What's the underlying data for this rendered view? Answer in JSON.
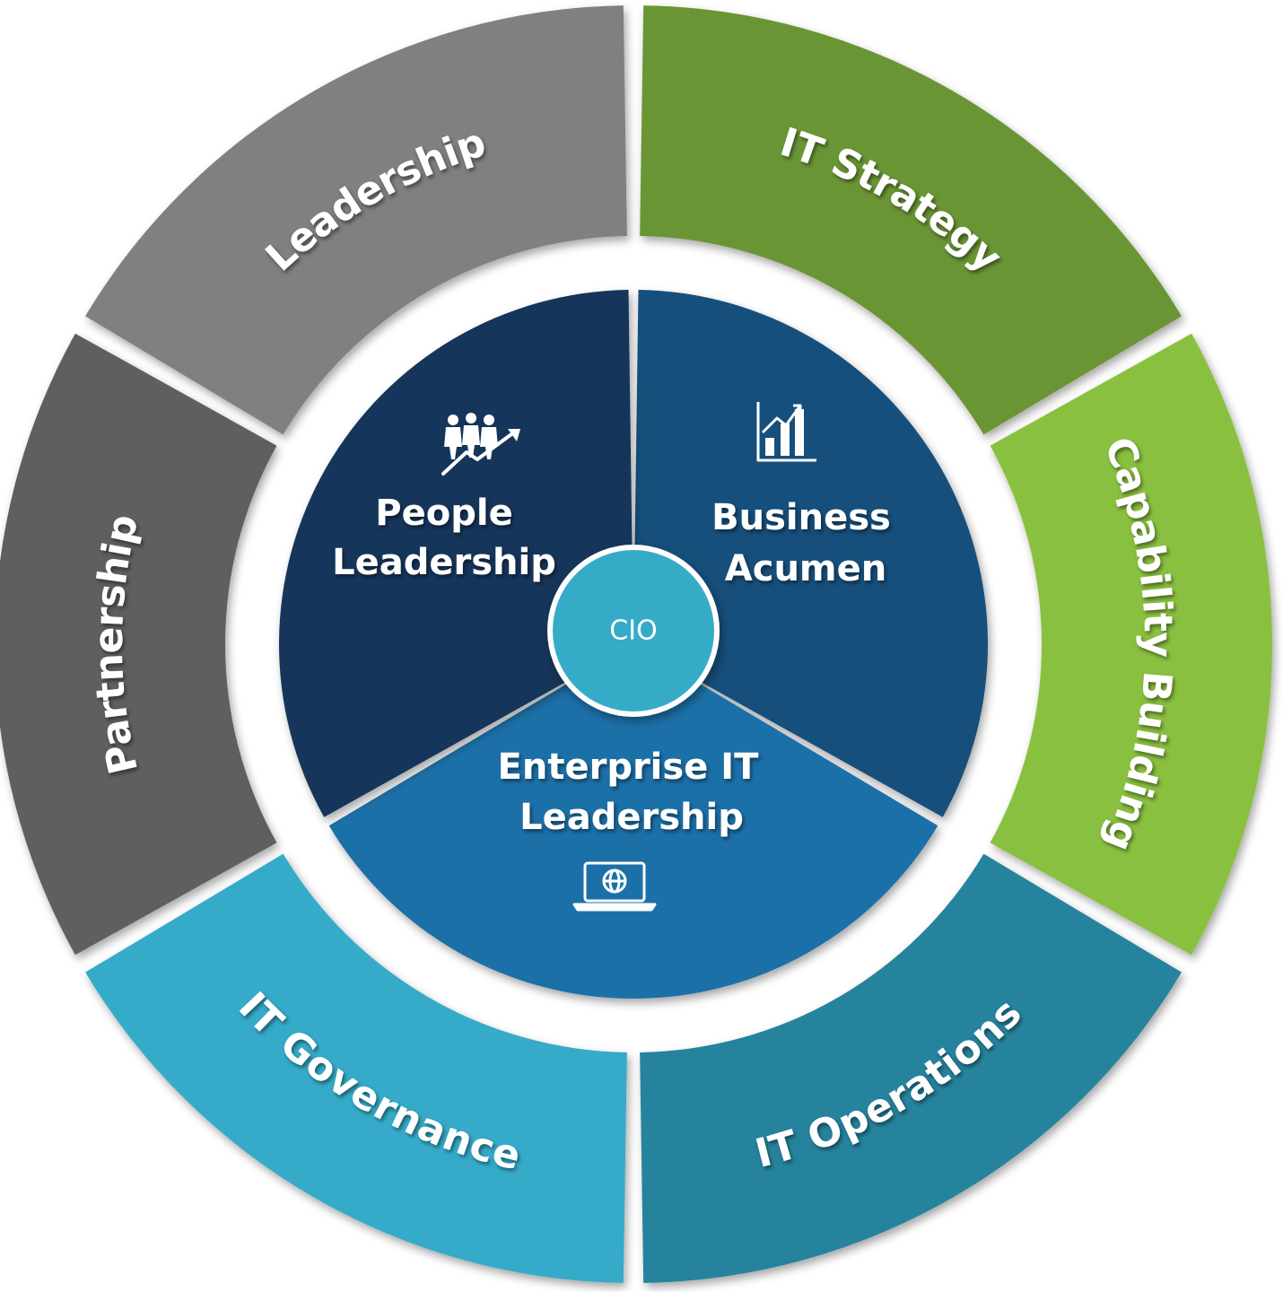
{
  "center": {
    "label": "CIO",
    "color": "#34abc8"
  },
  "outer_ring": [
    {
      "label": "IT Strategy",
      "color": "#6a9535"
    },
    {
      "label": "Capability Building",
      "color": "#8ac040"
    },
    {
      "label": "IT Operations",
      "color": "#26839d"
    },
    {
      "label": "IT Governance",
      "color": "#35abc9"
    },
    {
      "label": "Partnership",
      "color": "#5e5e5e"
    },
    {
      "label": "Leadership",
      "color": "#808080"
    }
  ],
  "inner_ring": [
    {
      "label_line1": "Business",
      "label_line2": "Acumen",
      "icon": "bar-chart-icon",
      "color": "#17507c"
    },
    {
      "label_line1": "Enterprise IT",
      "label_line2": "Leadership",
      "icon": "laptop-globe-icon",
      "color": "#1f6fa8"
    },
    {
      "label_line1": "People",
      "label_line2": "Leadership",
      "icon": "team-growth-icon",
      "color": "#12365a"
    }
  ]
}
